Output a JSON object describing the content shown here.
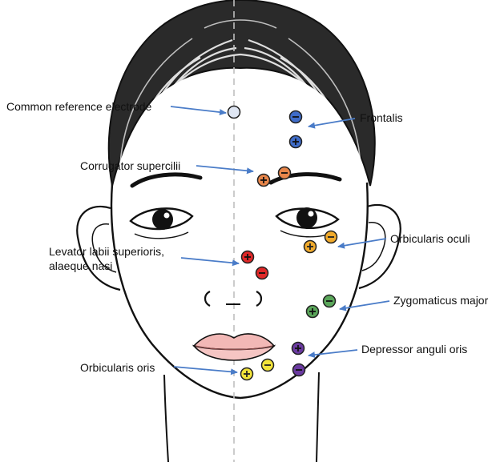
{
  "labels": {
    "reference": "Common reference electrode",
    "frontalis": "Frontalis",
    "corrugator": "Corrugator supercilii",
    "levator_line1": "Levator labii superioris,",
    "levator_line2": "alaeque nasi",
    "orbicularis_oculi": "Orbicularis oculi",
    "zygomaticus": "Zygomaticus major",
    "depressor": "Depressor anguli oris",
    "orbicularis_oris": "Orbicularis oris"
  },
  "electrodes": [
    {
      "muscle": "reference",
      "sign": "",
      "color": "#dfe6f3"
    },
    {
      "muscle": "Frontalis",
      "sign": "−",
      "color": "#3f6cc8"
    },
    {
      "muscle": "Frontalis",
      "sign": "+",
      "color": "#3f6cc8"
    },
    {
      "muscle": "Corrugator supercilii",
      "sign": "+",
      "color": "#e8864a"
    },
    {
      "muscle": "Corrugator supercilii",
      "sign": "−",
      "color": "#e8864a"
    },
    {
      "muscle": "Orbicularis oculi",
      "sign": "−",
      "color": "#f0aa2c"
    },
    {
      "muscle": "Orbicularis oculi",
      "sign": "+",
      "color": "#f0aa2c"
    },
    {
      "muscle": "Levator labii superioris, alaeque nasi",
      "sign": "+",
      "color": "#e02828"
    },
    {
      "muscle": "Levator labii superioris, alaeque nasi",
      "sign": "−",
      "color": "#e02828"
    },
    {
      "muscle": "Zygomaticus major",
      "sign": "−",
      "color": "#5aa65a"
    },
    {
      "muscle": "Zygomaticus major",
      "sign": "+",
      "color": "#5aa65a"
    },
    {
      "muscle": "Depressor anguli oris",
      "sign": "+",
      "color": "#6a3aa0"
    },
    {
      "muscle": "Depressor anguli oris",
      "sign": "−",
      "color": "#6a3aa0"
    },
    {
      "muscle": "Orbicularis oris",
      "sign": "+",
      "color": "#f2e33a"
    },
    {
      "muscle": "Orbicularis oris",
      "sign": "−",
      "color": "#f2e33a"
    }
  ],
  "arrow_color": "#4a7cc8"
}
